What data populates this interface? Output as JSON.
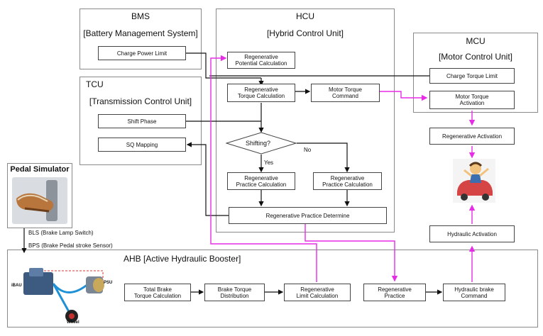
{
  "panels": {
    "bms": {
      "title": "BMS",
      "subtitle": "[Battery Management System]"
    },
    "hcu": {
      "title": "HCU",
      "subtitle": "[Hybrid Control Unit]"
    },
    "mcu": {
      "title": "MCU",
      "subtitle": "[Motor Control Unit]"
    },
    "tcu": {
      "title": "TCU",
      "subtitle": "[Transmission Control Unit]"
    },
    "pedal": {
      "title": "Pedal Simulator"
    },
    "ahb": {
      "title": "AHB [Active Hydraulic Booster]"
    }
  },
  "boxes": {
    "charge_power_limit": "Charge Power Limit",
    "regen_potential": "Regenerative\nPotential  Calculation",
    "regen_torque": "Regenerative\nTorque Calculation",
    "motor_torque_cmd": "Motor Torque\nCommand",
    "charge_torque_limit": "Charge Torque Limit",
    "motor_torque_act": "Motor Torque\nActivation",
    "regen_activation": "Regenerative Activation",
    "shift_phase": "Shift Phase",
    "sq_mapping": "SQ Mapping",
    "shifting": "Shifting?",
    "regen_practice_calc_yes": "Regenerative\nPractice Calculation",
    "regen_practice_calc_no": "Regenerative\nPractice Calculation",
    "regen_practice_determine": "Regenerative Practice  Determine",
    "hydraulic_activation": "Hydraulic Activation",
    "total_brake": "Total Brake\nTorque Calculation",
    "brake_torque_dist": "Brake Torque\nDistribution",
    "regen_limit": "Regenerative\nLimit  Calculation",
    "regen_practice": "Regenerative\nPractice",
    "hydraulic_brake_cmd": "Hydraulic brake\nCommand"
  },
  "labels": {
    "yes": "Yes",
    "no": "No",
    "bls": "BLS (Brake Lamp Switch)",
    "bps": "BPS (Brake Pedal stroke Sensor)",
    "ibau": "iBAU",
    "psu": "PSU",
    "wheel": "Wheel"
  },
  "colors": {
    "signal": "#111111",
    "regen_path": "#e62ce6",
    "ahb_link": "#1e90d6",
    "hydraulic_dashed": "#e03030"
  }
}
